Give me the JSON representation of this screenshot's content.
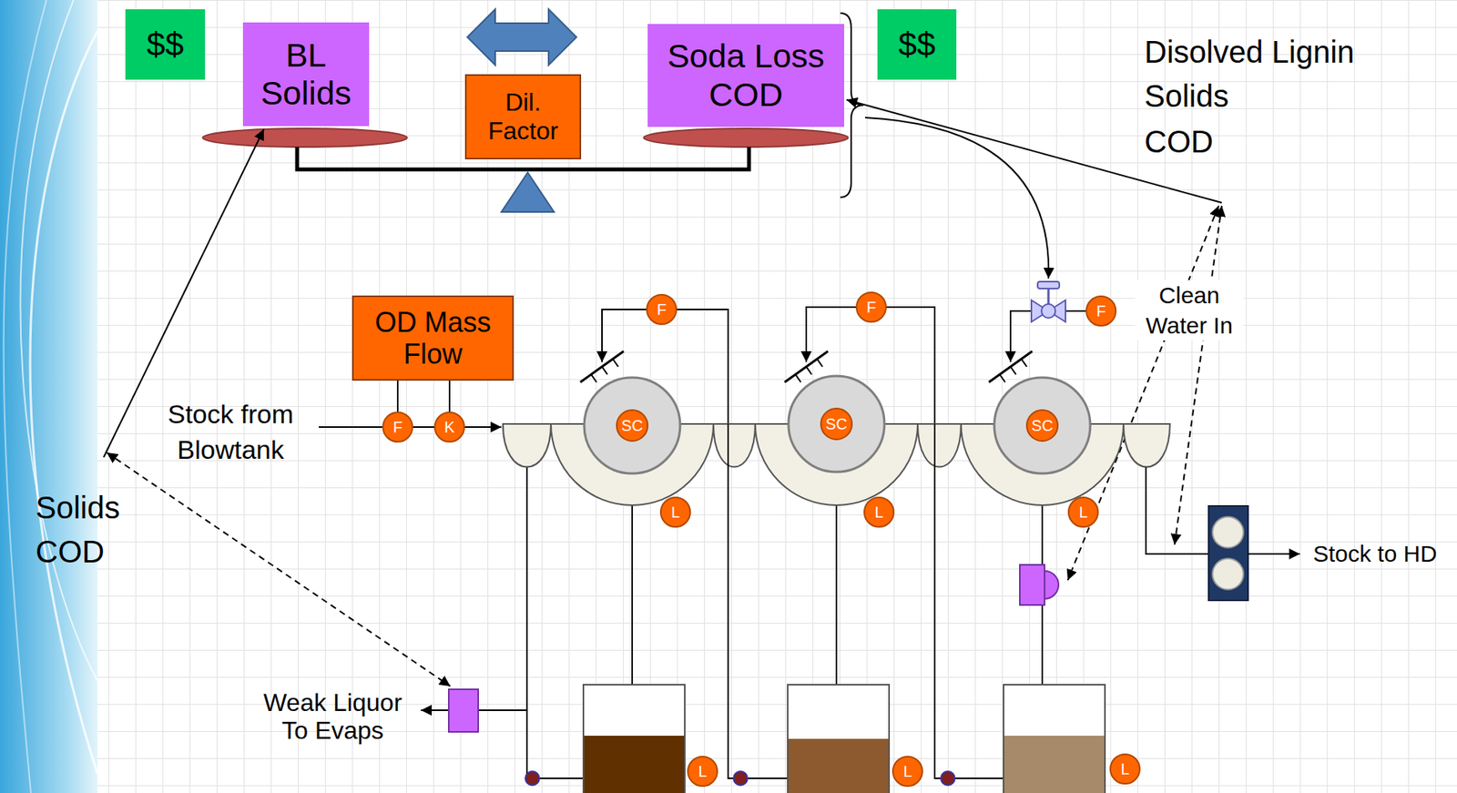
{
  "diagram": {
    "nodes": [
      {
        "text": [
          "$$"
        ]
      },
      {
        "text": [
          "BL Solids"
        ]
      },
      {
        "text": [
          "Dil. Factor"
        ]
      },
      {
        "text": [
          "Soda Loss COD"
        ]
      },
      {
        "text": [
          "$$"
        ]
      },
      {
        "text": [
          "OD Mass Flow"
        ]
      },
      {
        "text": [
          "F"
        ]
      },
      {
        "text": [
          "F"
        ]
      },
      {
        "text": [
          "F"
        ]
      },
      {
        "text": [
          "F"
        ]
      },
      {
        "text": [
          "K"
        ]
      },
      {
        "text": [
          "SC"
        ]
      },
      {
        "text": [
          "SC"
        ]
      },
      {
        "text": [
          "SC"
        ]
      },
      {
        "text": [
          "L"
        ]
      },
      {
        "text": [
          "L"
        ]
      },
      {
        "text": [
          "L"
        ]
      },
      {
        "text": [
          "L"
        ]
      },
      {
        "text": [
          "L"
        ]
      },
      {
        "text": [
          "L"
        ]
      }
    ],
    "edges": [
      {
        "from": 5,
        "to": 9,
        "arrow": "none"
      },
      {
        "from": 5,
        "to": 10,
        "arrow": "none"
      }
    ],
    "labels": [
      "Disolved Lignin",
      "Solids",
      "COD",
      "Clean Water In",
      "Stock from Blowtank",
      "Solids",
      "COD",
      "Stock to HD",
      "Weak Liquor To Evaps"
    ]
  }
}
